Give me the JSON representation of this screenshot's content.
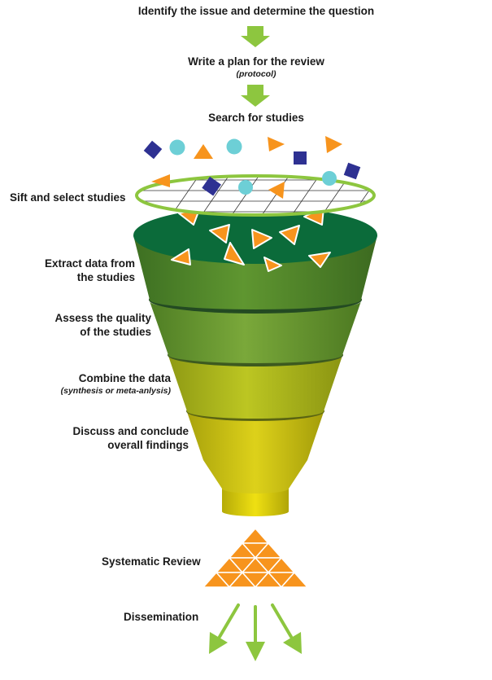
{
  "steps": {
    "identify": "Identify the issue and determine the question",
    "plan": "Write a plan for the review",
    "plan_note": "(protocol)",
    "search": "Search for studies",
    "sift": "Sift and select studies",
    "extract_1": "Extract data from",
    "extract_2": "the studies",
    "assess_1": "Assess the quality",
    "assess_2": "of the studies",
    "combine": "Combine the data",
    "combine_note": "(synthesis or meta-anlysis)",
    "discuss_1": "Discuss and conclude",
    "discuss_2": "overall findings",
    "review": "Systematic Review",
    "dissemination": "Dissemination"
  },
  "colors": {
    "arrow_green": "#8dc63f",
    "orange": "#f7941d",
    "navy": "#2e3192",
    "teal": "#6dcfd6",
    "funnel_top": "#0b6b3a"
  }
}
